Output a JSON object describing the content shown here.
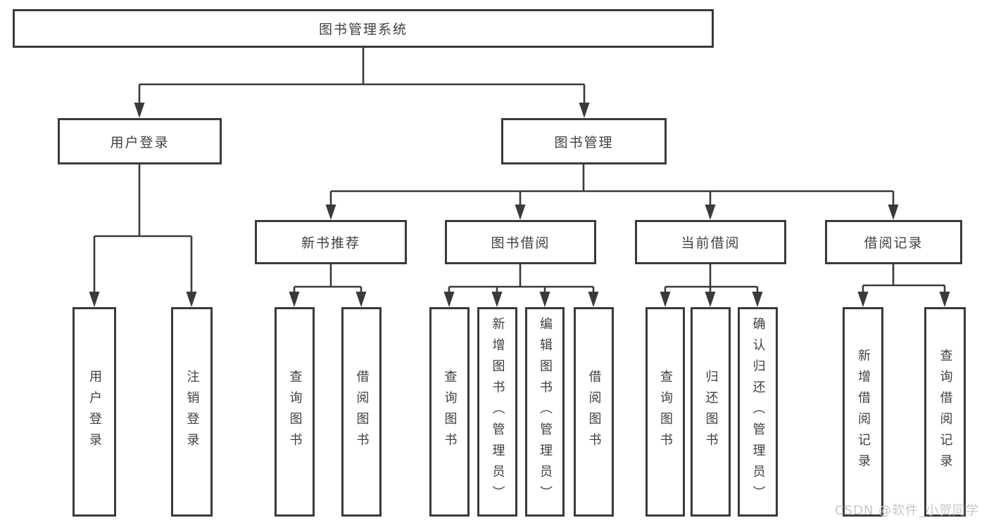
{
  "diagram": {
    "root": {
      "label": "图书管理系统"
    },
    "level2": [
      {
        "label": "用户登录"
      },
      {
        "label": "图书管理"
      }
    ],
    "level3": [
      {
        "label": "新书推荐"
      },
      {
        "label": "图书借阅"
      },
      {
        "label": "当前借阅"
      },
      {
        "label": "借阅记录"
      }
    ],
    "leaves": {
      "user_login": [
        "用户登录",
        "注销登录"
      ],
      "new_book_recommend": [
        "查询图书",
        "借阅图书"
      ],
      "book_borrowing": [
        "查询图书",
        "新增图书（管理员）",
        "编辑图书（管理员）",
        "借阅图书"
      ],
      "current_borrowing": [
        "查询图书",
        "归还图书",
        "确认归还（管理员）"
      ],
      "borrowing_records": [
        "新增借阅记录",
        "查询借阅记录"
      ]
    },
    "watermark": "CSDN @软件_小贺同学",
    "colors": {
      "line": "#3a3a3a",
      "text": "#3f3f3f",
      "watermark": "#c4c7cd",
      "background": "#ffffff"
    }
  }
}
